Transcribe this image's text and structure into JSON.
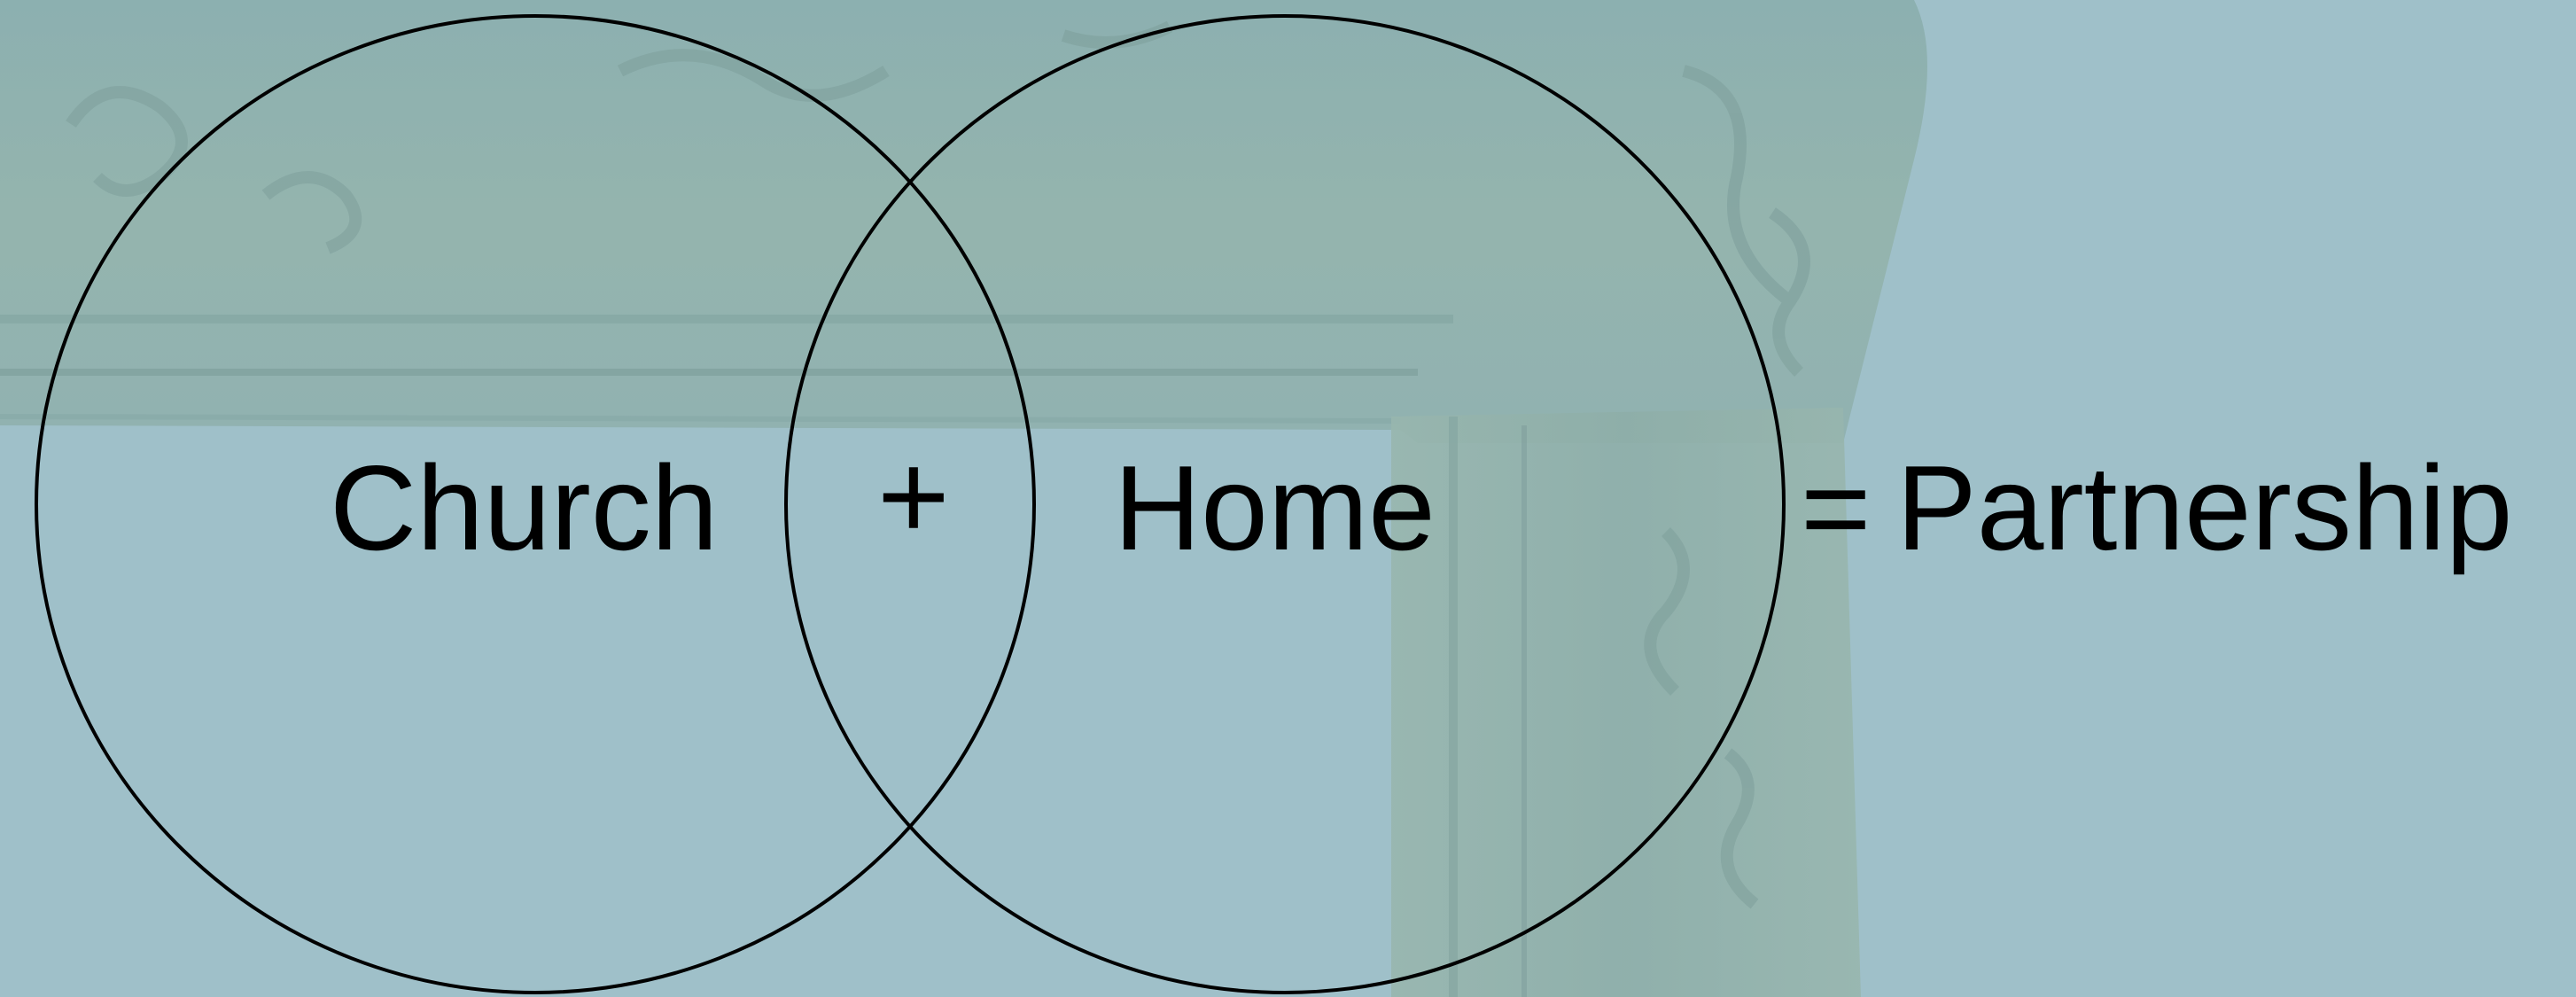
{
  "colors": {
    "background": "#9fc0c9",
    "frame": "#87a9a7",
    "stroke": "#000000"
  },
  "labels": {
    "left": "Church",
    "operator_plus": "+",
    "right": "Home",
    "operator_equals": "=",
    "result": "Partnership"
  }
}
